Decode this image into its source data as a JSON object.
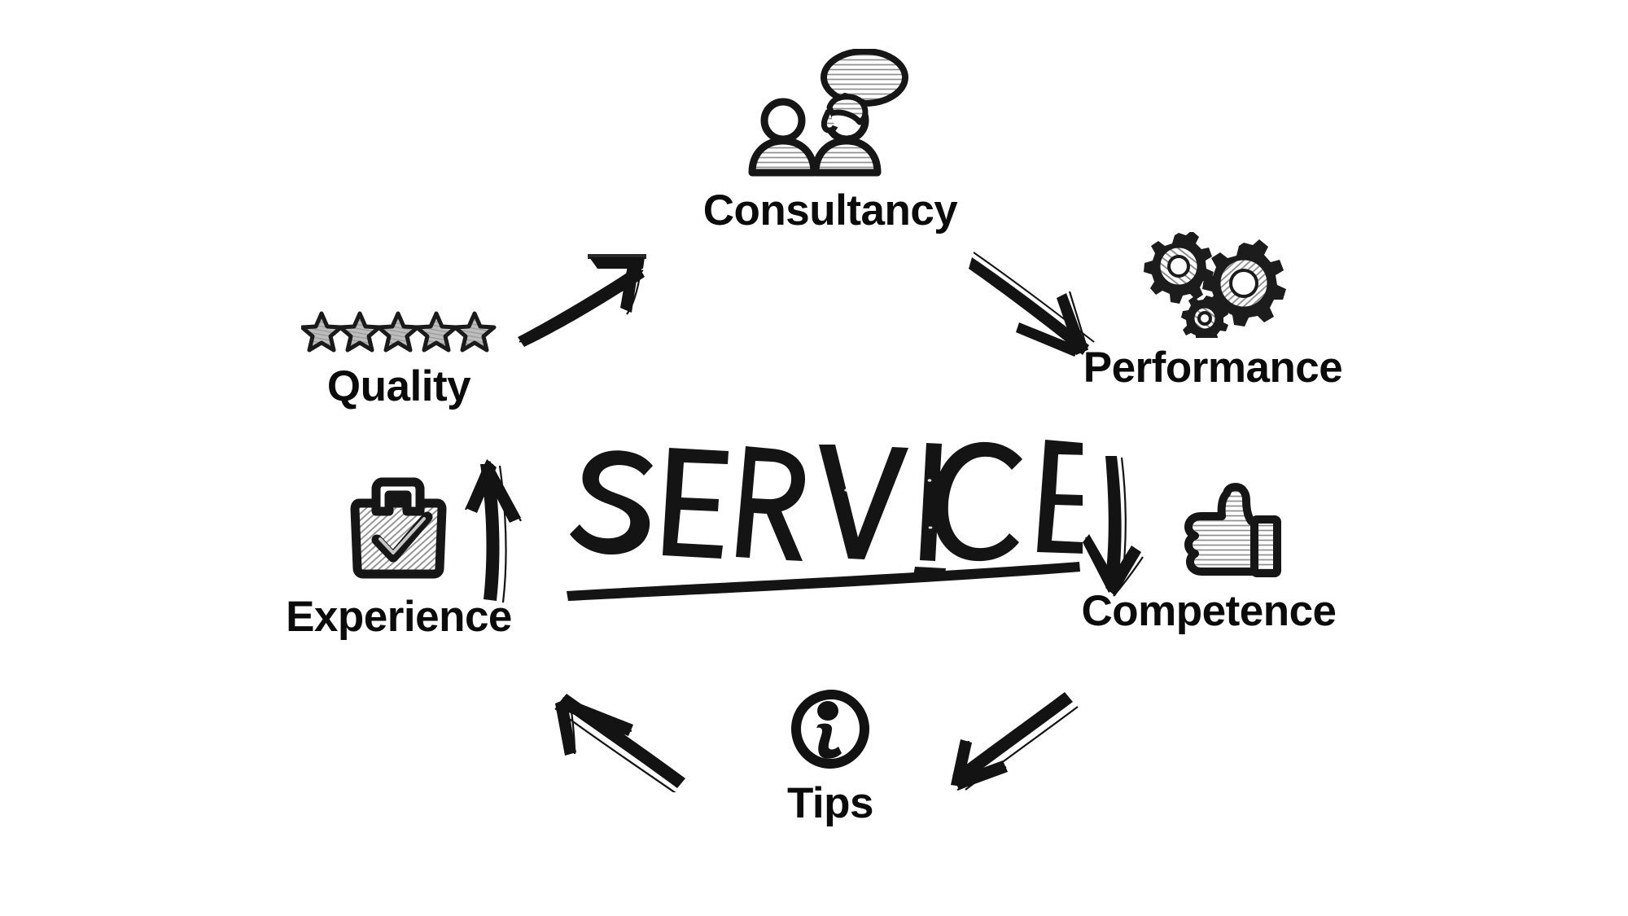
{
  "diagram": {
    "title": "SERVICE",
    "type": "circular-cycle",
    "center": {
      "word": "SERVICE",
      "style": "hand-drawn brush lettering with underline stroke",
      "color": "#141414"
    },
    "background_color": "#ffffff",
    "ink_color": "#141414",
    "hatch_fill_color": "#a8a8a8",
    "nodes": [
      {
        "id": "consultancy",
        "label": "Consultancy",
        "icon": "two-people-speech-bubble-icon",
        "position": "top-center"
      },
      {
        "id": "performance",
        "label": "Performance",
        "icon": "gears-icon",
        "position": "top-right"
      },
      {
        "id": "competence",
        "label": "Competence",
        "icon": "thumbs-up-icon",
        "position": "bottom-right"
      },
      {
        "id": "tips",
        "label": "Tips",
        "icon": "info-circle-icon",
        "position": "bottom-center"
      },
      {
        "id": "experience",
        "label": "Experience",
        "icon": "clipboard-check-icon",
        "position": "bottom-left"
      },
      {
        "id": "quality",
        "label": "Quality",
        "icon": "five-stars-icon",
        "position": "top-left",
        "stars": 5
      }
    ],
    "arrows": [
      {
        "id": "quality-to-consultancy",
        "from": "quality",
        "to": "consultancy",
        "direction": "up-right"
      },
      {
        "id": "consultancy-to-performance",
        "from": "consultancy",
        "to": "performance",
        "direction": "down-right"
      },
      {
        "id": "performance-to-competence",
        "from": "performance",
        "to": "competence",
        "direction": "down"
      },
      {
        "id": "competence-to-tips",
        "from": "competence",
        "to": "tips",
        "direction": "down-left"
      },
      {
        "id": "tips-to-experience",
        "from": "tips",
        "to": "experience",
        "direction": "up-left"
      },
      {
        "id": "experience-to-quality",
        "from": "experience",
        "to": "quality",
        "direction": "up"
      }
    ]
  }
}
